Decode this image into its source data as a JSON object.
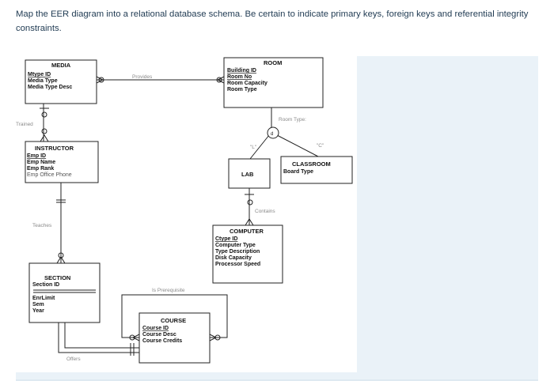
{
  "question": "Map the EER diagram into a relational database schema. Be certain to indicate primary keys, foreign keys and referential integrity constraints.",
  "entities": {
    "media": {
      "name": "MEDIA",
      "attrs": [
        "Mtype ID",
        "Media Type",
        "Media Type Desc"
      ]
    },
    "room": {
      "name": "ROOM",
      "attrs": [
        "Building ID",
        "Room No",
        "Room Capacity",
        "Room Type"
      ]
    },
    "instructor": {
      "name": "INSTRUCTOR",
      "attrs": [
        "Emp ID",
        "Emp Name",
        "Emp Rank",
        "Emp Office Phone"
      ]
    },
    "lab": {
      "name": "LAB"
    },
    "classroom": {
      "name": "CLASSROOM",
      "attrs": [
        "Board Type"
      ]
    },
    "computer": {
      "name": "COMPUTER",
      "attrs": [
        "Ctype ID",
        "Computer Type",
        "Type Description",
        "Disk Capacity",
        "Processor Speed"
      ]
    },
    "section": {
      "name": "SECTION",
      "attrs": [
        "Section ID",
        "EnrLimit",
        "Sem",
        "Year"
      ]
    },
    "course": {
      "name": "COURSE",
      "attrs": [
        "Course ID",
        "Course Desc",
        "Course Credits"
      ]
    }
  },
  "relationships": {
    "provides": "Provides",
    "trained": "Trained",
    "teaches": "Teaches",
    "contains": "Contains",
    "is_prerequisite": "Is Prerequisite",
    "offers": "Offers",
    "room_type": "Room Type:",
    "disjoint": "d",
    "lab_disc": "\"L\"",
    "classroom_disc": "\"C\""
  }
}
